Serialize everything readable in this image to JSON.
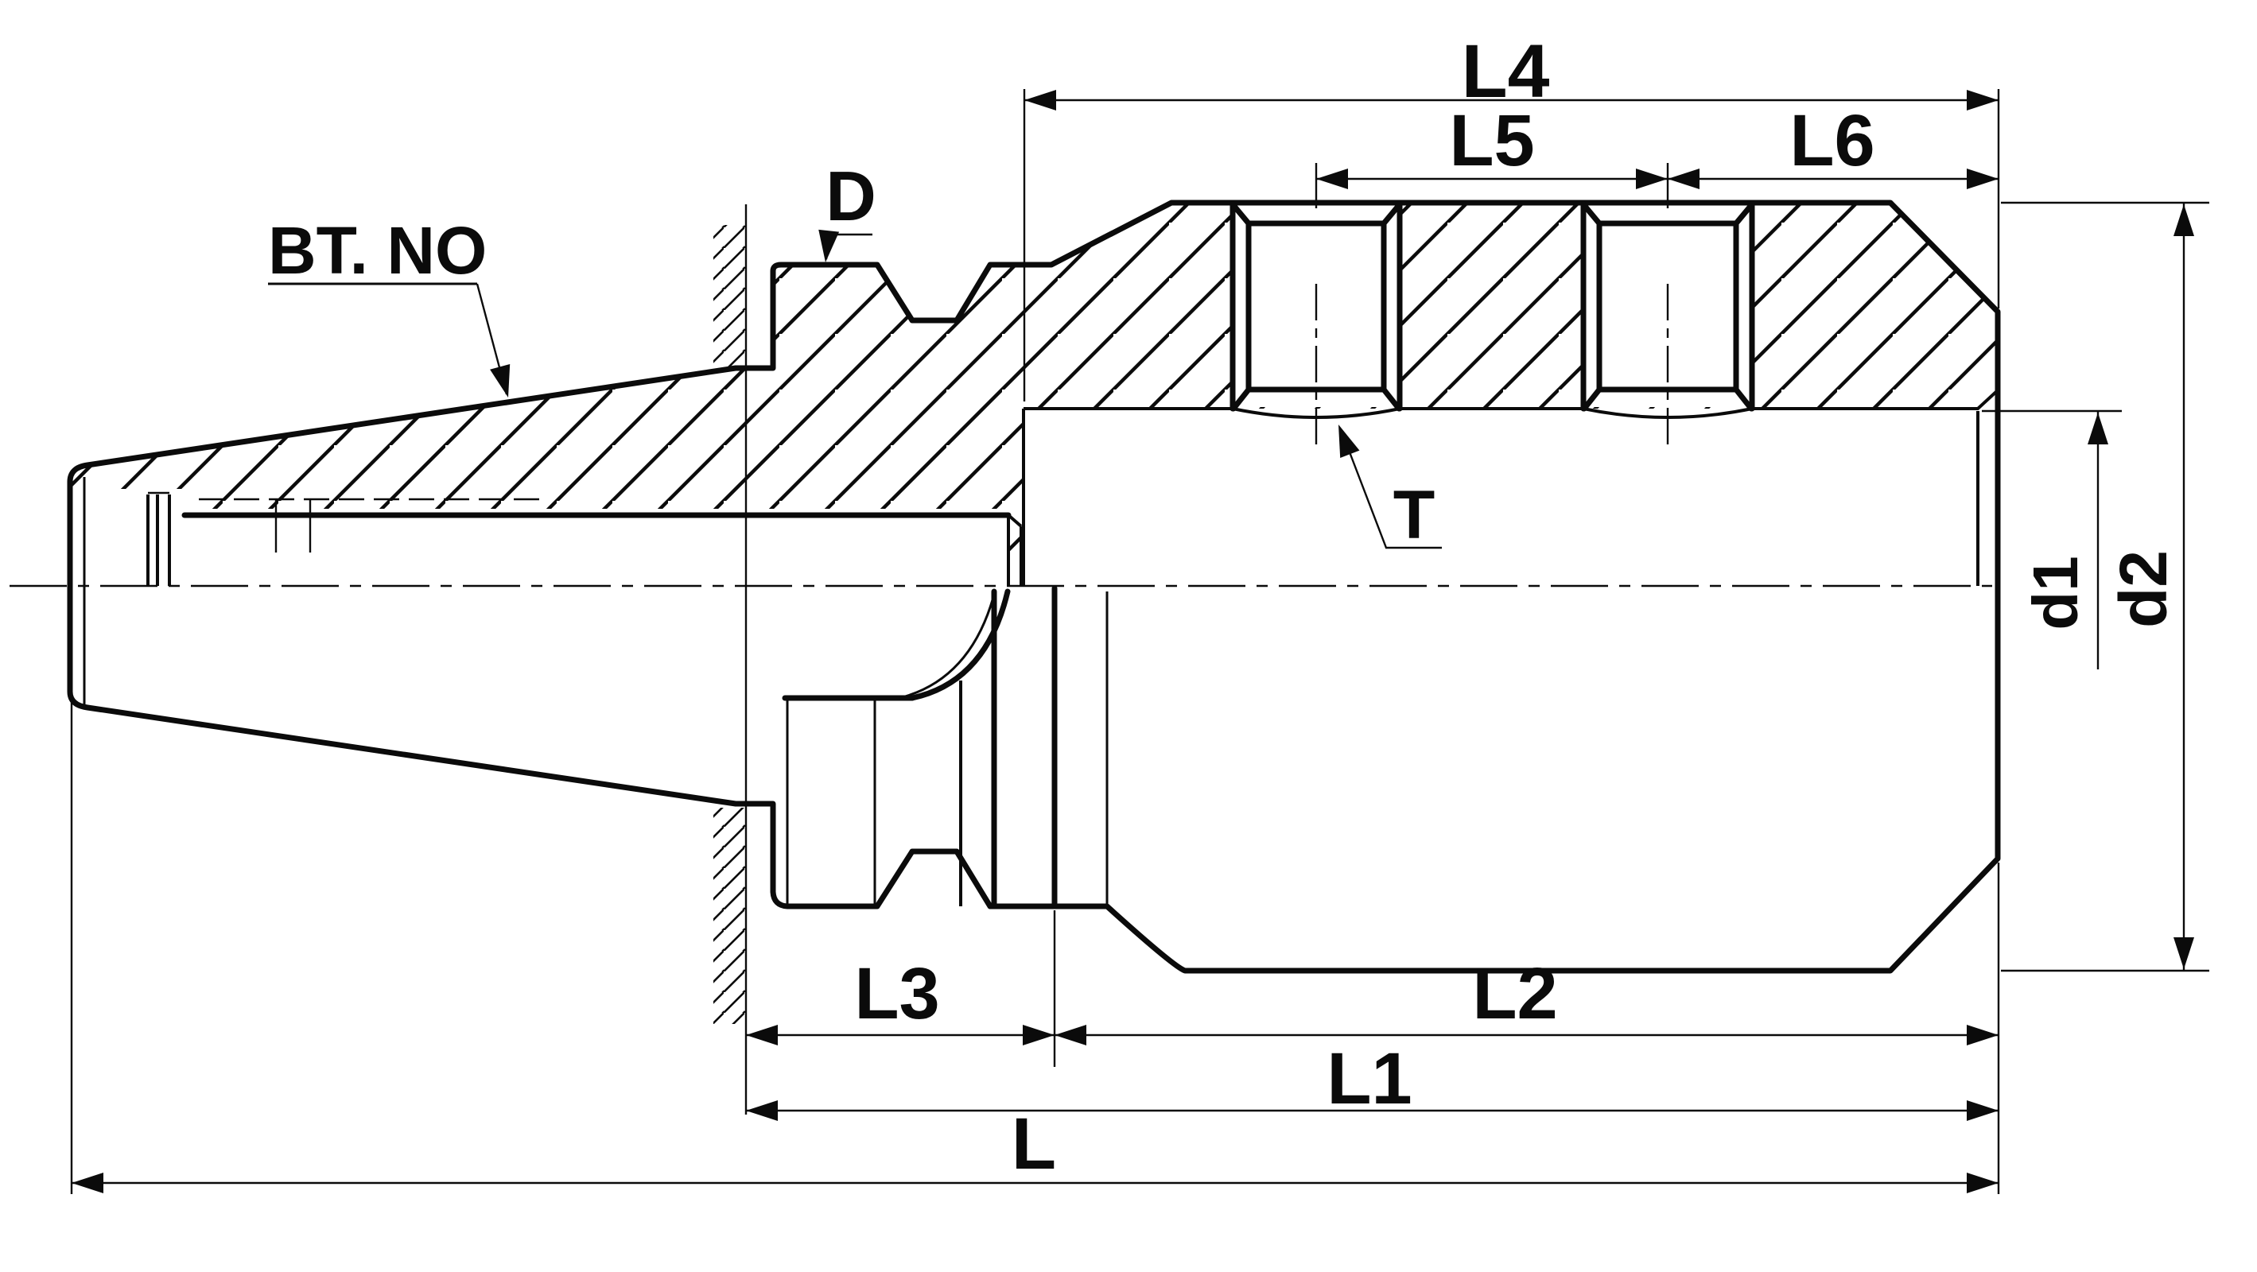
{
  "title": "BT tool holder dimension drawing",
  "colors": {
    "line": "#0b0b0b",
    "background": "#ffffff"
  },
  "labels": {
    "shank_callout": "BT. NO",
    "groove_diameter": "D",
    "thread_callout": "T",
    "bore_diameter": "d1",
    "body_diameter": "d2",
    "dim_l4": "L4",
    "dim_l5": "L5",
    "dim_l6": "L6",
    "dim_l3": "L3",
    "dim_l2": "L2",
    "dim_l1": "L1",
    "dim_l": "L"
  }
}
